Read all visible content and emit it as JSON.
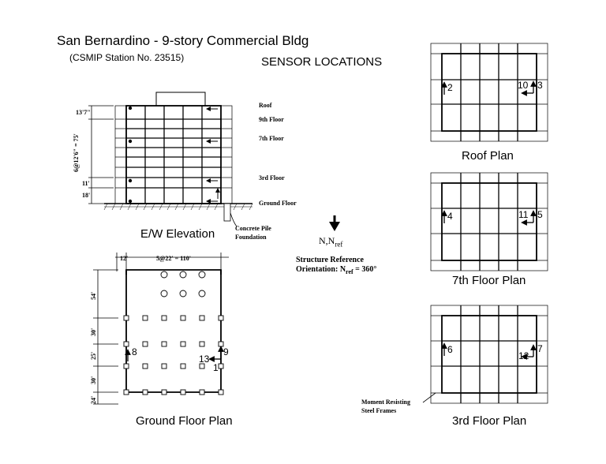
{
  "title": "San Bernardino - 9-story Commercial Bldg",
  "subtitle": "(CSMIP Station No. 23515)",
  "heading": "SENSOR LOCATIONS",
  "elevation": {
    "caption": "E/W Elevation",
    "levels": [
      "Roof",
      "9th Floor",
      "7th Floor",
      "3rd Floor",
      "Ground Floor"
    ],
    "dims": [
      "13'7\"",
      "6@12'6\" = 75'",
      "11'",
      "18'"
    ],
    "pile_note_line1": "Concrete Pile",
    "pile_note_line2": "Foundation"
  },
  "orientation": {
    "n_label": "N,N",
    "n_sub": "ref",
    "line1": "Structure Reference",
    "line2_prefix": "Orientation: N",
    "line2_sub": "ref",
    "line2_suffix": " = 360°"
  },
  "ground_plan": {
    "caption": "Ground Floor Plan",
    "dims_top": [
      "12'",
      "5@22' = 110'"
    ],
    "dims_left": [
      "54'",
      "30'",
      "25'",
      "30'",
      "24'"
    ],
    "sensors": [
      "8",
      "9",
      "13",
      "1"
    ]
  },
  "roof_plan": {
    "caption": "Roof Plan",
    "sensors": [
      "2",
      "10",
      "3"
    ]
  },
  "floor7_plan": {
    "caption": "7th Floor Plan",
    "sensors": [
      "4",
      "11",
      "5"
    ]
  },
  "floor3_plan": {
    "caption": "3rd Floor Plan",
    "sensors": [
      "6",
      "12",
      "7"
    ],
    "frames_note_line1": "Moment Resisting",
    "frames_note_line2": "Steel Frames"
  }
}
